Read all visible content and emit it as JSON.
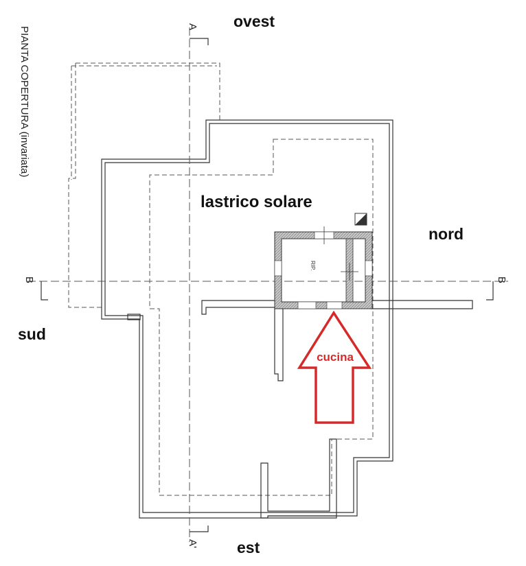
{
  "side_title": "PIANTA COPERTURA (invariata)",
  "labels": {
    "north": "nord",
    "south": "sud",
    "west": "ovest",
    "east": "est",
    "roof": "lastrico solare",
    "kitchen": "cucina",
    "storage": "RIP."
  },
  "sections": {
    "a_top": "A",
    "a_bottom": "A'",
    "b_left": "B",
    "b_right": "B"
  },
  "colors": {
    "arrow": "#d42a2a",
    "lines": "#333333",
    "hatch": "#9a9a9a"
  }
}
